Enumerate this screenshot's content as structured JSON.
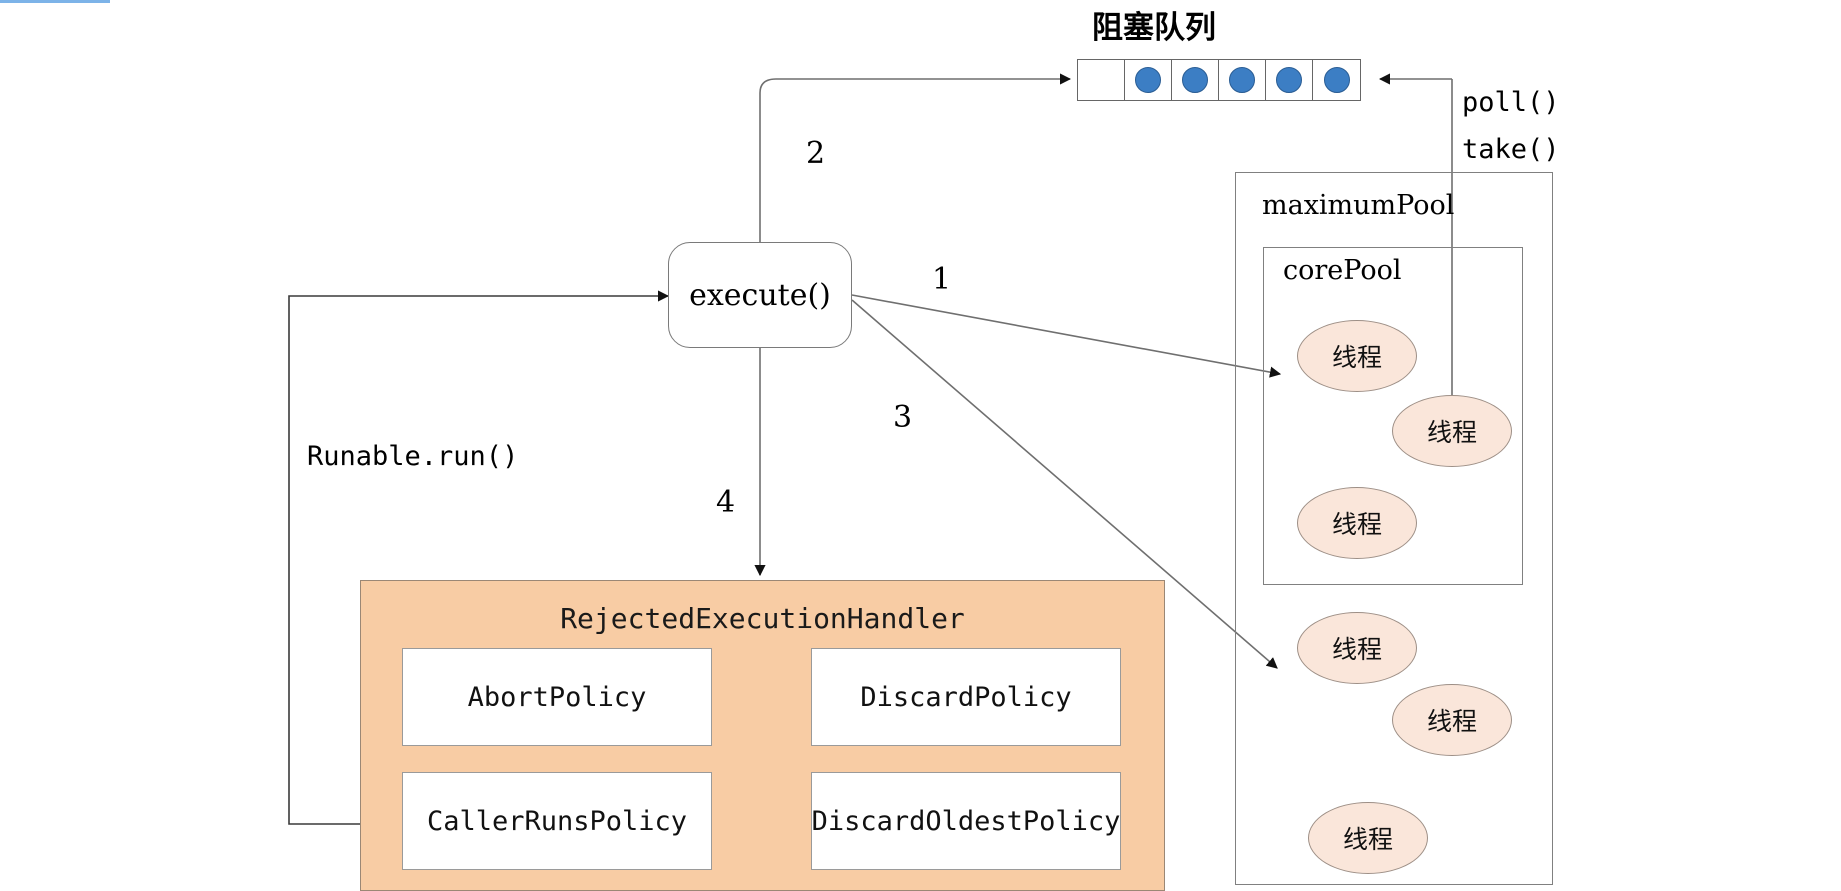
{
  "page": {
    "background": "#ffffff",
    "accent_blue": "#7CB3E8",
    "node_fill": "#FAE6DA",
    "handler_fill": "#F8CCA4",
    "queue_dot_color": "#3C7EC4"
  },
  "progress_bar": {
    "name": "page-load-bar"
  },
  "queue": {
    "title": "阻塞队列",
    "cells": [
      {
        "filled": false
      },
      {
        "filled": true
      },
      {
        "filled": true
      },
      {
        "filled": true
      },
      {
        "filled": true
      },
      {
        "filled": true
      }
    ]
  },
  "methods": {
    "poll": "poll()",
    "take": "take()",
    "execute": "execute()",
    "runnable_run": "Runable.run()"
  },
  "step_labels": {
    "one": "1",
    "two": "2",
    "three": "3",
    "four": "4"
  },
  "pools": {
    "maximum_label": "maximumPool",
    "core_label": "corePool",
    "thread_label": "线程",
    "core_threads": [
      {
        "label": "线程"
      },
      {
        "label": "线程"
      },
      {
        "label": "线程"
      }
    ],
    "extra_threads": [
      {
        "label": "线程"
      },
      {
        "label": "线程"
      },
      {
        "label": "线程"
      }
    ]
  },
  "handler": {
    "title": "RejectedExecutionHandler",
    "policies": [
      {
        "label": "AbortPolicy"
      },
      {
        "label": "DiscardPolicy"
      },
      {
        "label": "CallerRunsPolicy"
      },
      {
        "label": "DiscardOldestPolicy"
      }
    ]
  }
}
